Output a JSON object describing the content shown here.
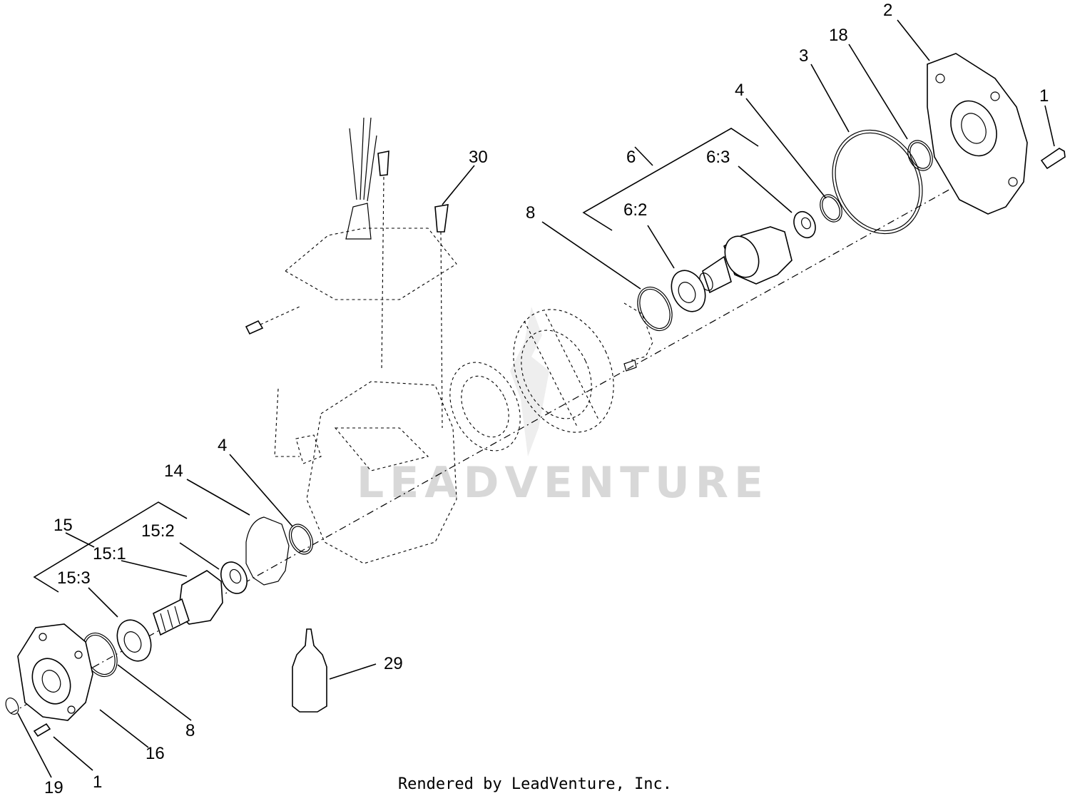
{
  "watermark": "LEADVENTURE",
  "footer": "Rendered by LeadVenture, Inc.",
  "callouts": {
    "c1_top": "1",
    "c2": "2",
    "c3": "3",
    "c4_top": "4",
    "c18": "18",
    "c6": "6",
    "c6_3": "6:3",
    "c6_2": "6:2",
    "c8_top": "8",
    "c30": "30",
    "c4_mid": "4",
    "c14": "14",
    "c15": "15",
    "c15_2": "15:2",
    "c15_1": "15:1",
    "c15_3": "15:3",
    "c29": "29",
    "c8_bottom": "8",
    "c16": "16",
    "c1_bottom": "1",
    "c19": "19"
  }
}
